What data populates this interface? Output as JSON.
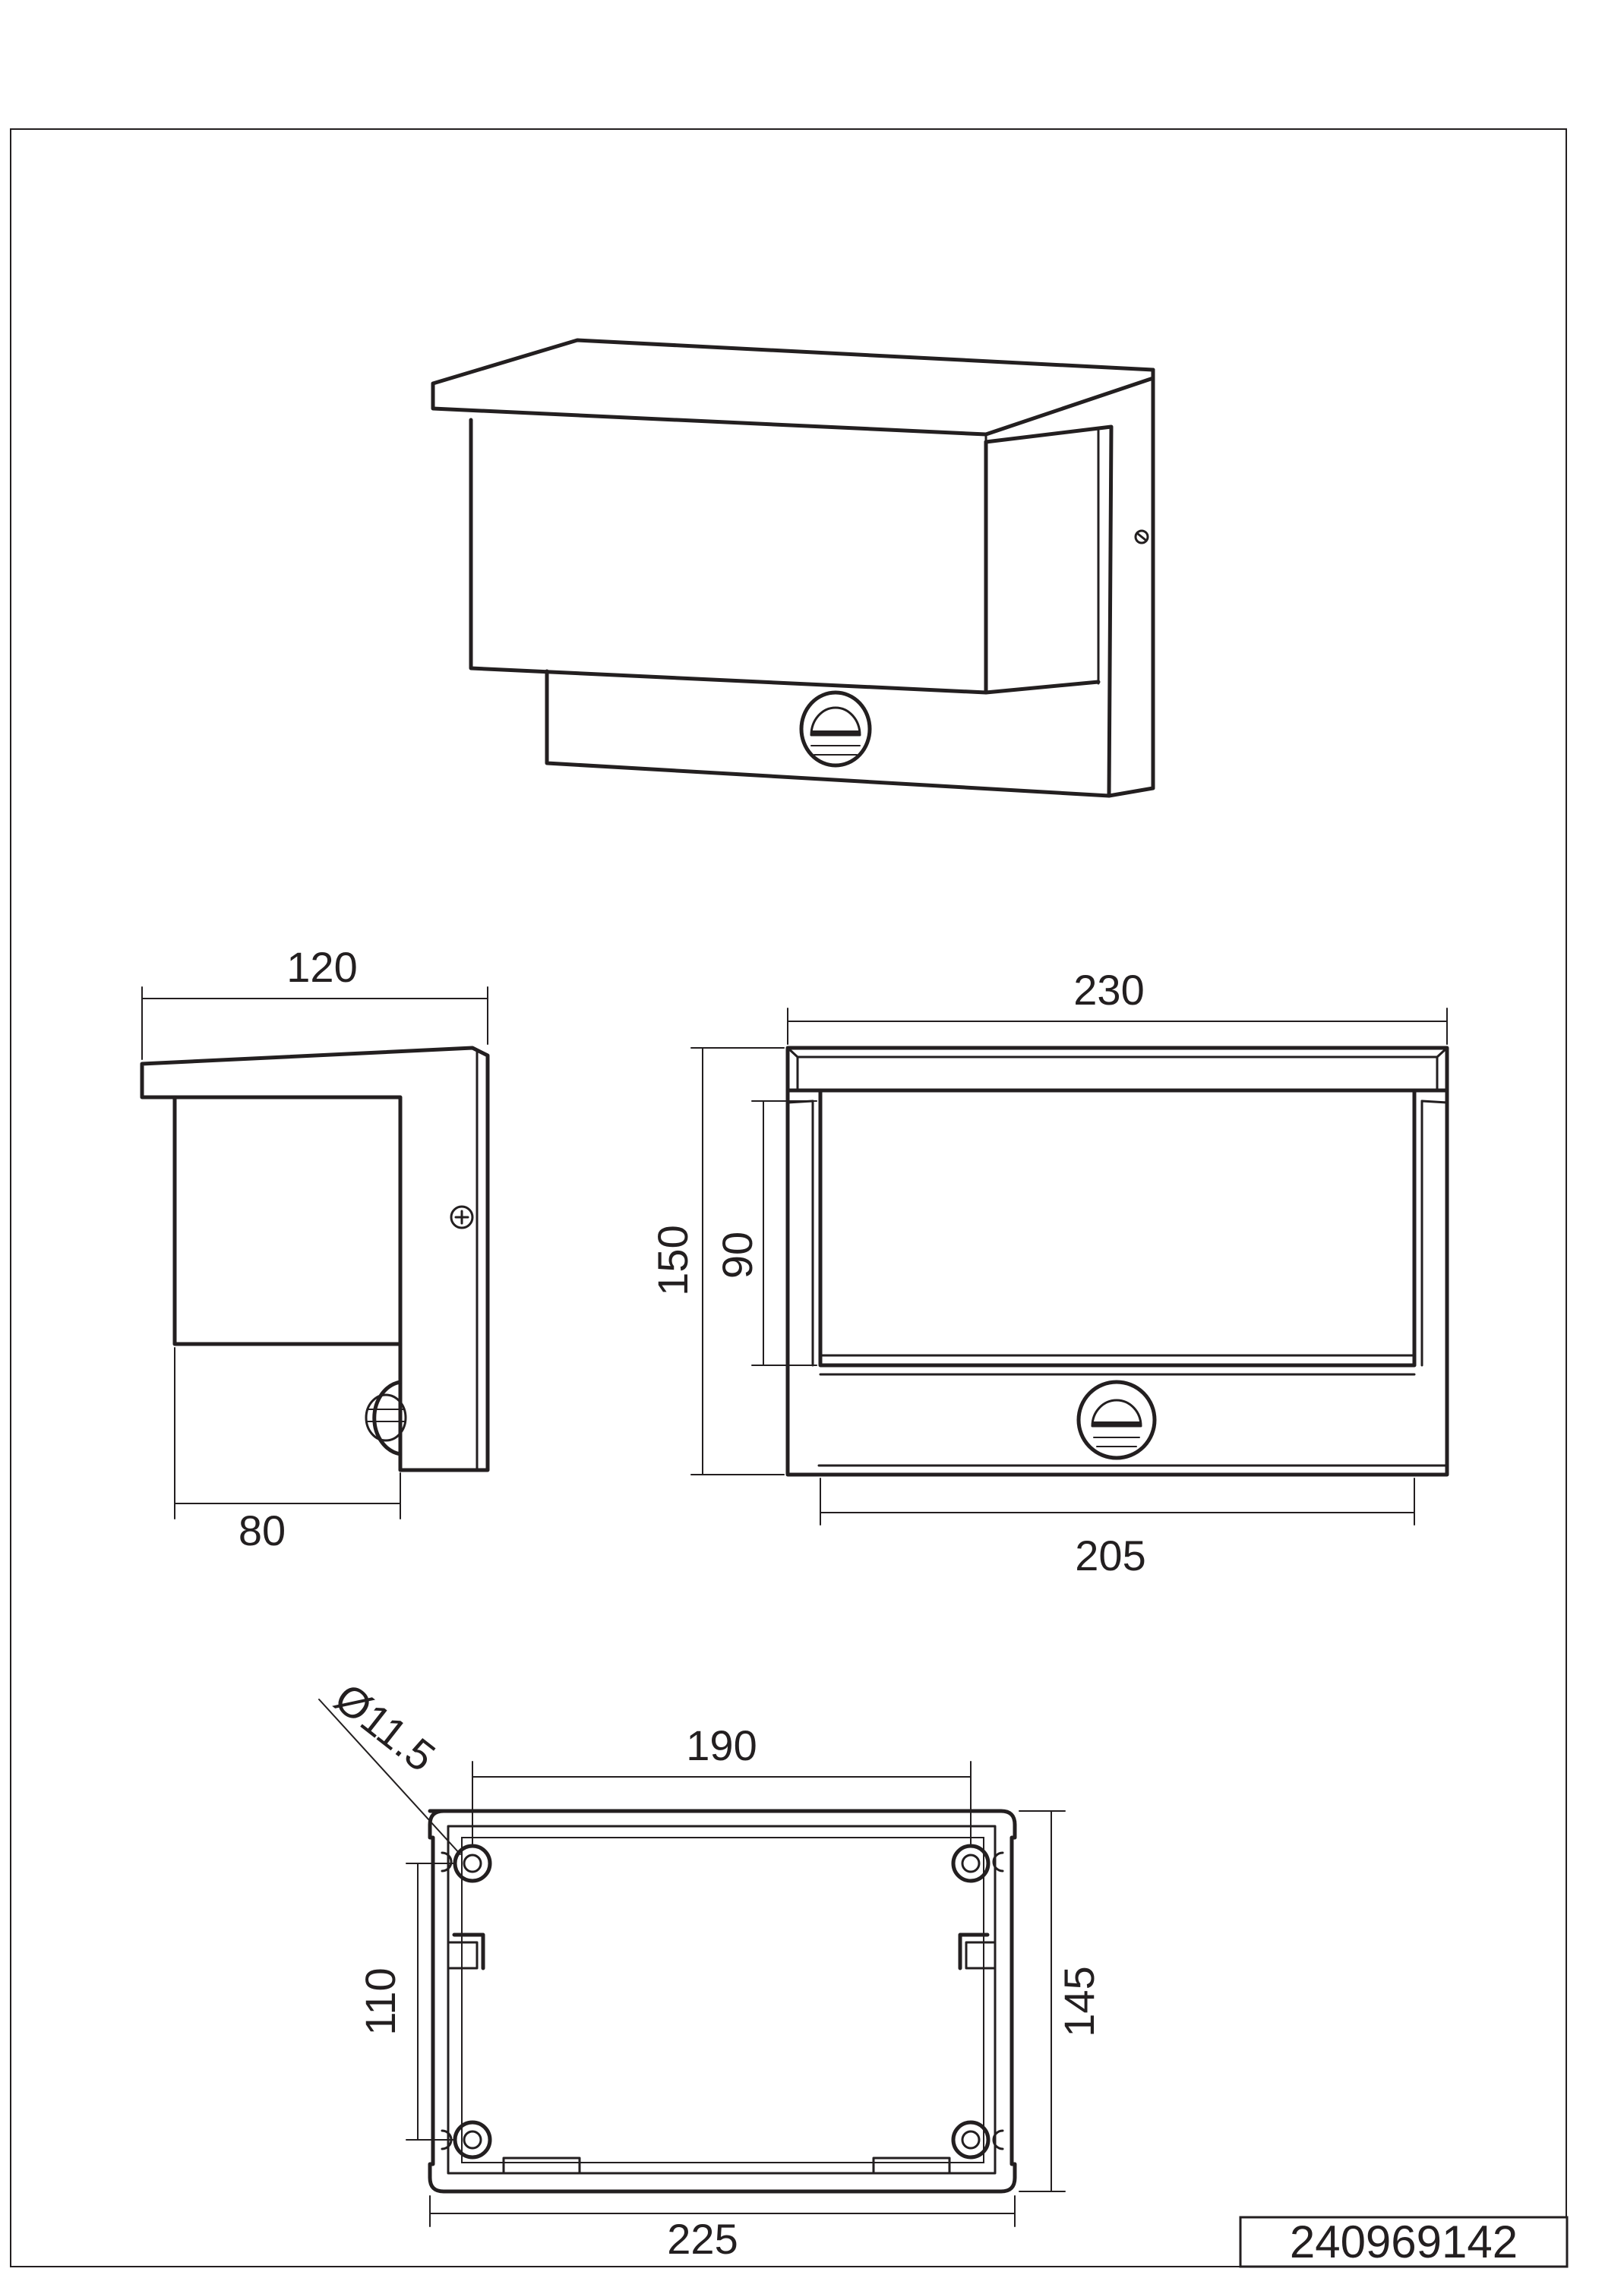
{
  "drawing": {
    "article_number": "240969142",
    "side_view": {
      "depth_total": "120",
      "depth_body": "80"
    },
    "front_view": {
      "width_total": "230",
      "width_body": "205",
      "height_total": "150",
      "height_shade": "90"
    },
    "mounting_plate": {
      "hole_diameter": "Ø11.5",
      "hole_spacing_horizontal": "190",
      "hole_spacing_vertical": "110",
      "plate_width": "225",
      "plate_height": "145"
    }
  }
}
